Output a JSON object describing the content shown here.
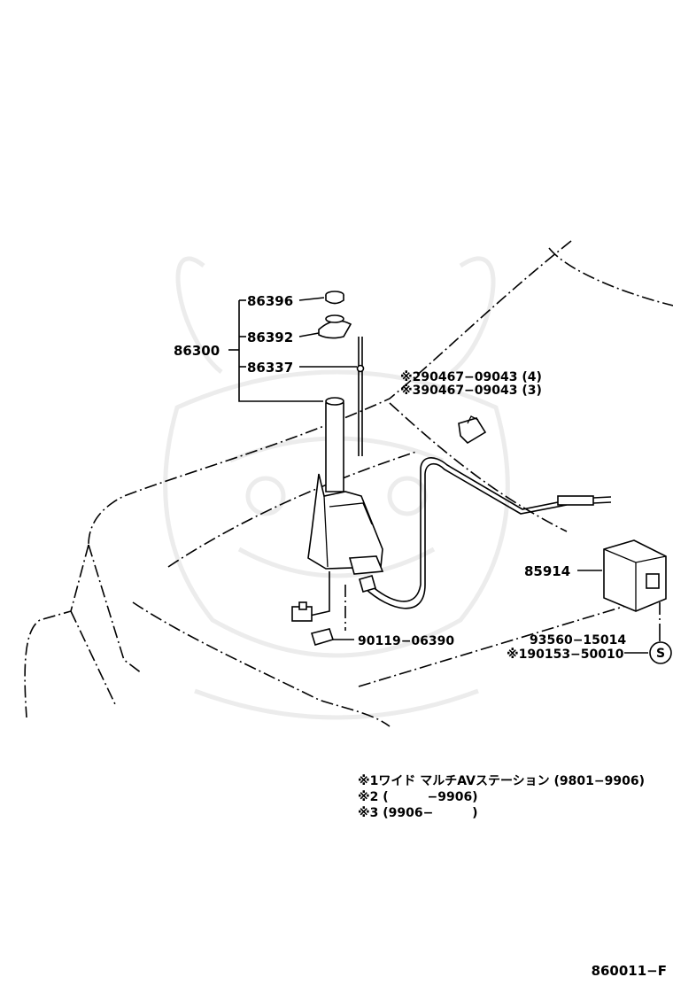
{
  "parts": {
    "p86396": "86396",
    "p86392": "86392",
    "p86300": "86300",
    "p86337": "86337",
    "p290467": "※290467−09043 (4)",
    "p390467": "※390467−09043 (3)",
    "p85914": "85914",
    "p90119": "90119−06390",
    "p93560": "93560−15014",
    "p190153": "※190153−50010",
    "symbol_s": "S"
  },
  "notes": {
    "note1": "※1ワイド マルチAVステーション (9801−9906)",
    "note2": "※2 (         −9906)",
    "note3": "※3 (9906−         )"
  },
  "figure_code": "860011−F"
}
